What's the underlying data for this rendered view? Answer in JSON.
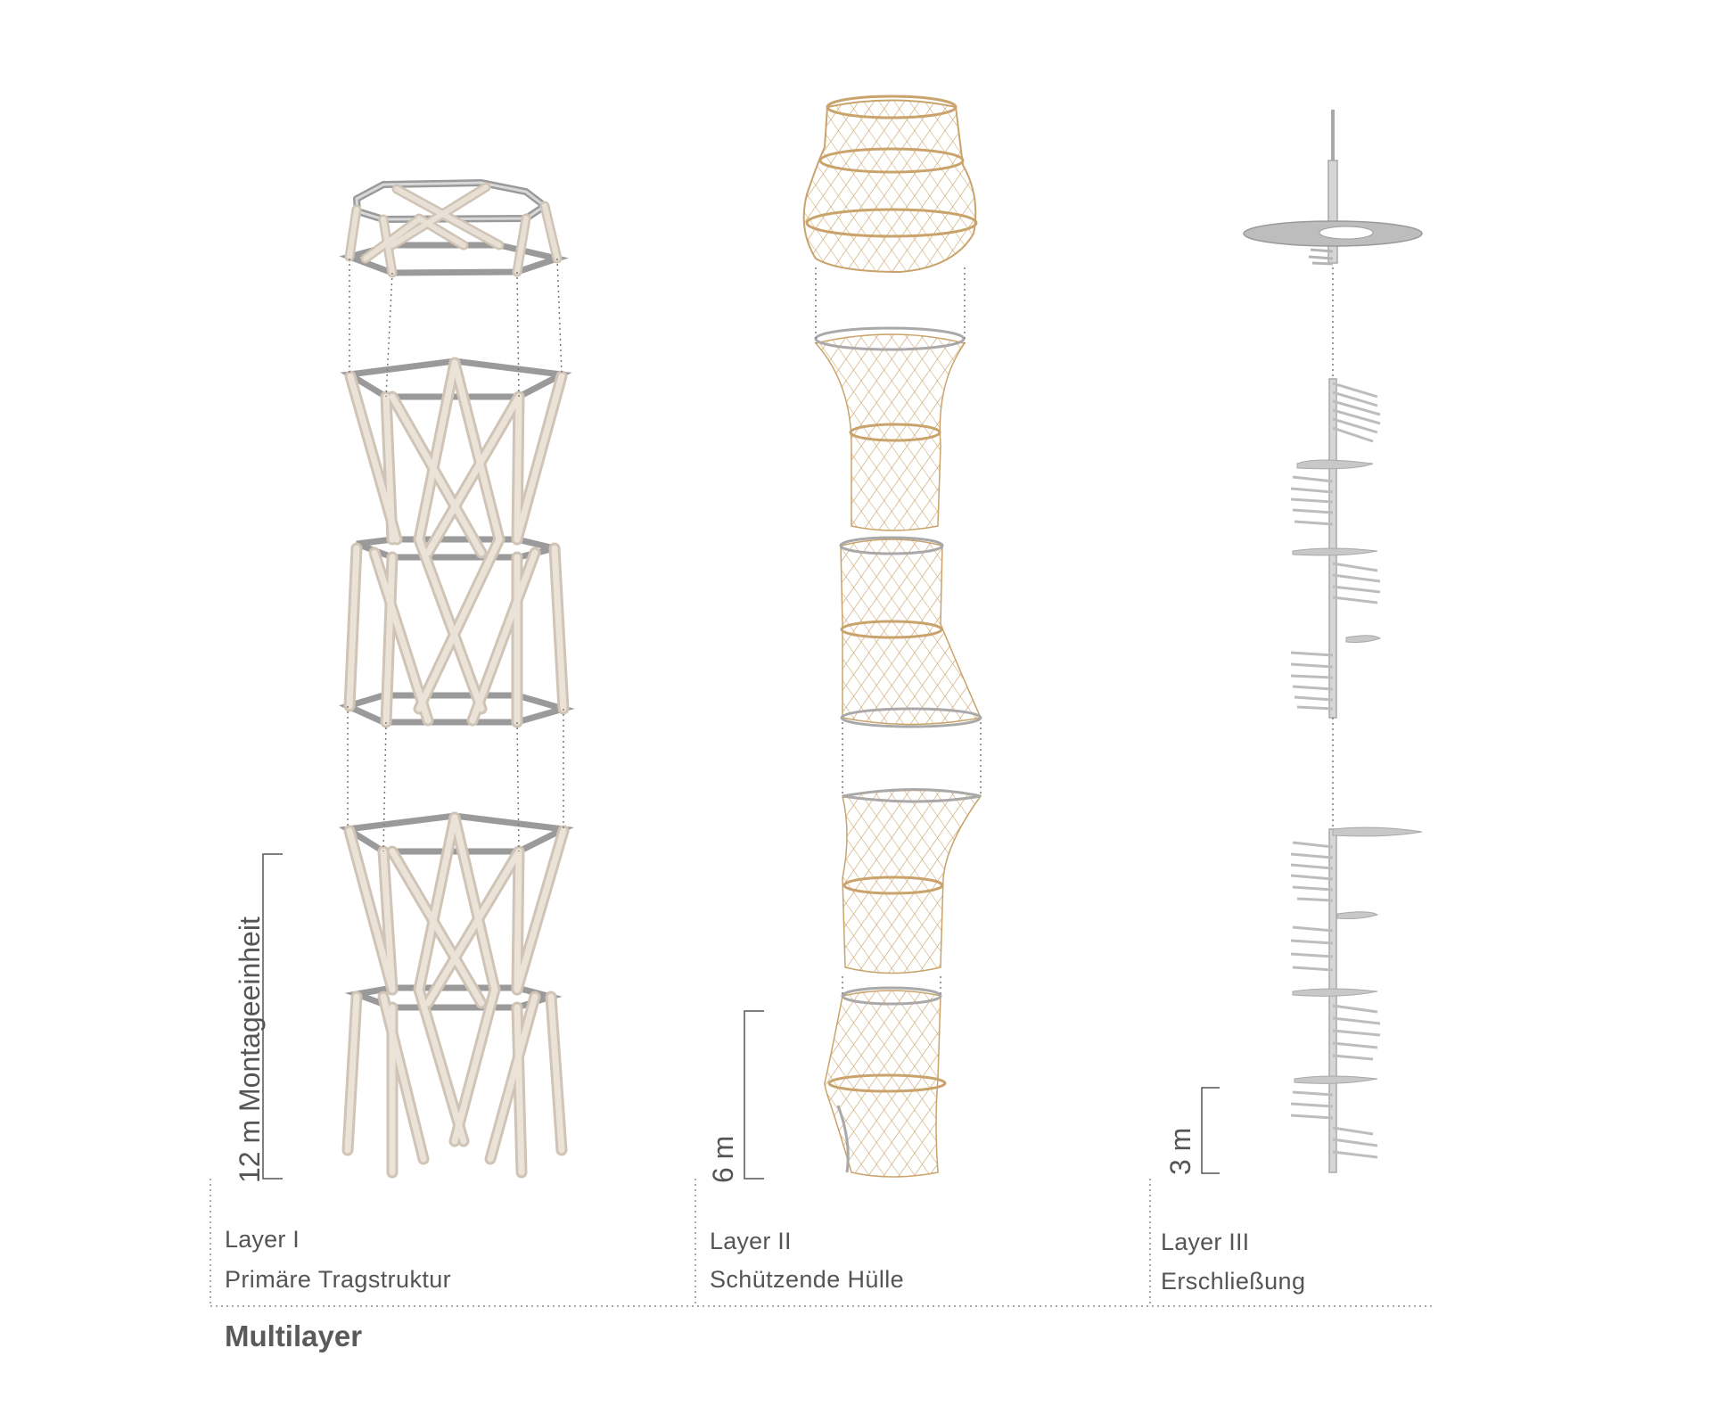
{
  "title": "Multilayer",
  "layers": [
    {
      "name": "Layer I",
      "subtitle": "Primäre Tragstruktur",
      "scale_label": "12 m Montageeinheit"
    },
    {
      "name": "Layer II",
      "subtitle": "Schützende Hülle",
      "scale_label": "6 m"
    },
    {
      "name": "Layer III",
      "subtitle": "Erschließung",
      "scale_label": "3 m"
    }
  ],
  "colors": {
    "text": "#555555",
    "timber": "#e6ddd0",
    "timber_edge": "#bfb3a3",
    "steel": "#9a9a9a",
    "mesh": "#c9a36b",
    "stair": "#c8c8c8",
    "guide": "#7a7a7a"
  }
}
